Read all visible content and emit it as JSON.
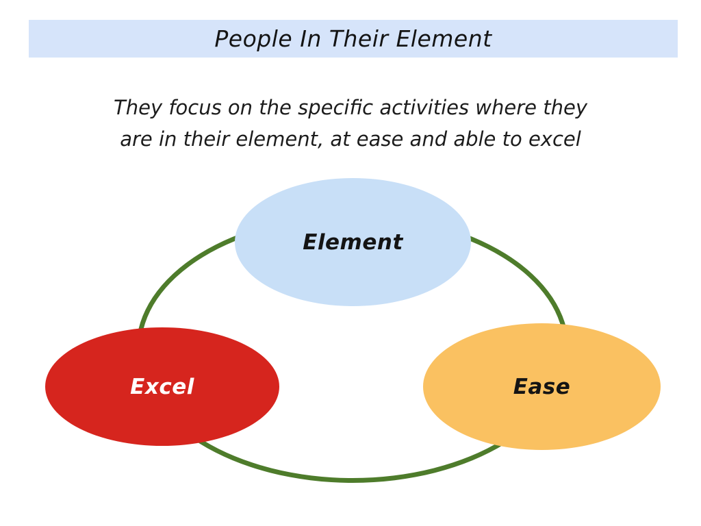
{
  "title_bar": {
    "text": "People In Their Element",
    "bg_color": "#d6e4fa"
  },
  "subtitle": {
    "line1": "They focus on the specific activities where they",
    "line2": "are in their element, at ease and able to excel"
  },
  "diagram": {
    "ring_color": "#4e7c2b",
    "nodes": [
      {
        "label": "Element",
        "fill": "#c8dff7",
        "text_color": "#141414"
      },
      {
        "label": "Excel",
        "fill": "#d6251e",
        "text_color": "#ffffff"
      },
      {
        "label": "Ease",
        "fill": "#fac161",
        "text_color": "#141414"
      }
    ]
  }
}
